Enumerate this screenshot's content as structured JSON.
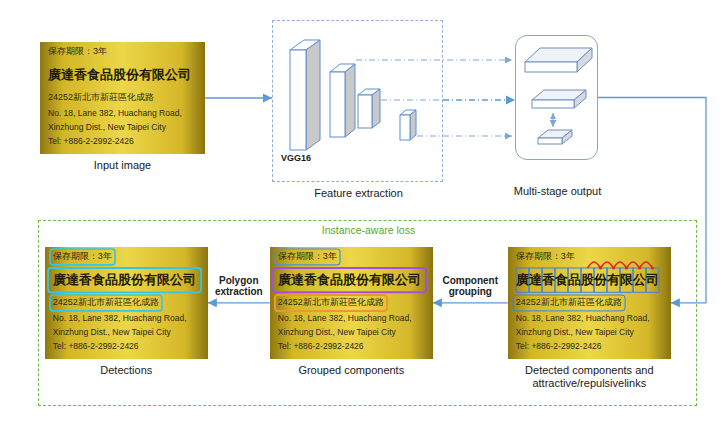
{
  "diagram": {
    "nodes": [
      {
        "text": [
          "Input image"
        ]
      },
      {
        "text": [
          "Feature extraction"
        ]
      },
      {
        "text": [
          "Multi-stage output"
        ]
      },
      {
        "text": [
          "Instance-aware loss"
        ]
      },
      {
        "text": [
          "Detections"
        ],
        "in": 3
      },
      {
        "text": [
          "Grouped components"
        ],
        "in": 3
      },
      {
        "text": [
          "Detected components and attractive/repulsivelinks"
        ],
        "in": 3
      }
    ],
    "edges": [
      {
        "from": 0,
        "to": 1,
        "arrow": "to"
      },
      {
        "from": 1,
        "to": 2,
        "arrow": "to"
      },
      {
        "from": 2,
        "to": 6,
        "arrow": "to"
      },
      {
        "from": 6,
        "to": 5,
        "label": "Component grouping",
        "arrow": "to"
      },
      {
        "from": 5,
        "to": 4,
        "label": "Polygon extraction",
        "arrow": "to"
      }
    ],
    "labels": [
      "VGG16",
      "保存期限：3年",
      "廣達香食品股份有限公司",
      "24252新北市新莊區化成路",
      "No. 18, Lane 382, Huachang Road,",
      "Xinzhung Dist., New Taipei City",
      "Tel: +886-2-2992-2426",
      "保存期限：3年",
      "廣達香食品股份有限公司",
      "24252新北市新莊區化成路",
      "No. 18, Lane 382, Huachang Road,",
      "Xinzhung Dist., New Taipei City",
      "Tel: +886-2-2992-2426",
      "保存期限：3年",
      "廣達香食品股份有限公司",
      "24252新北市新莊區化成路",
      "No. 18, Lane 382, Huachang Road,",
      "Xinzhung Dist., New Taipei City",
      "Tel: +886-2-2992-2426",
      "保存期限：3年",
      "廣達香食品股份有限公司",
      "24252新北市新莊區化成路",
      "No. 18, Lane 382, Huachang Road,",
      "Xinzhung Dist., New Taipei City",
      "Tel: +886-2-2992-2426"
    ]
  }
}
